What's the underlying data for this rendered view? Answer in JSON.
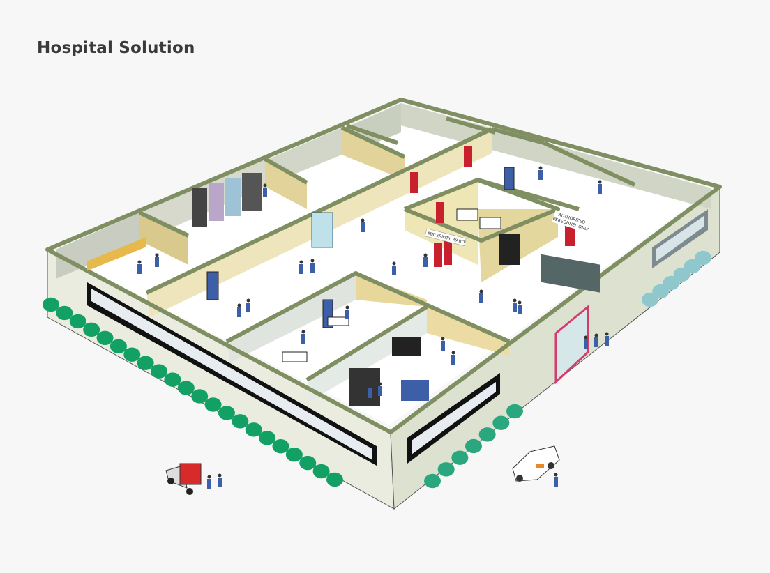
{
  "header": {
    "title": "Hospital Solution"
  },
  "signs": {
    "maternity_ward": "MATERNITY WARD",
    "authorized_line1": "AUTHORIZED",
    "authorized_line2": "PERSONNEL ONLY"
  },
  "colors": {
    "background": "#f7f7f7",
    "wall_top": "#7f8f62",
    "outer_wall": "#e9ecdf",
    "room_wall": "#e7dcaa",
    "floor": "#ffffff",
    "bush_left": "#13a064",
    "bush_right": "#2aa77f",
    "bush_far": "#8ec8cc",
    "door_red": "#c8202c",
    "door_blue": "#3d5fa8"
  }
}
